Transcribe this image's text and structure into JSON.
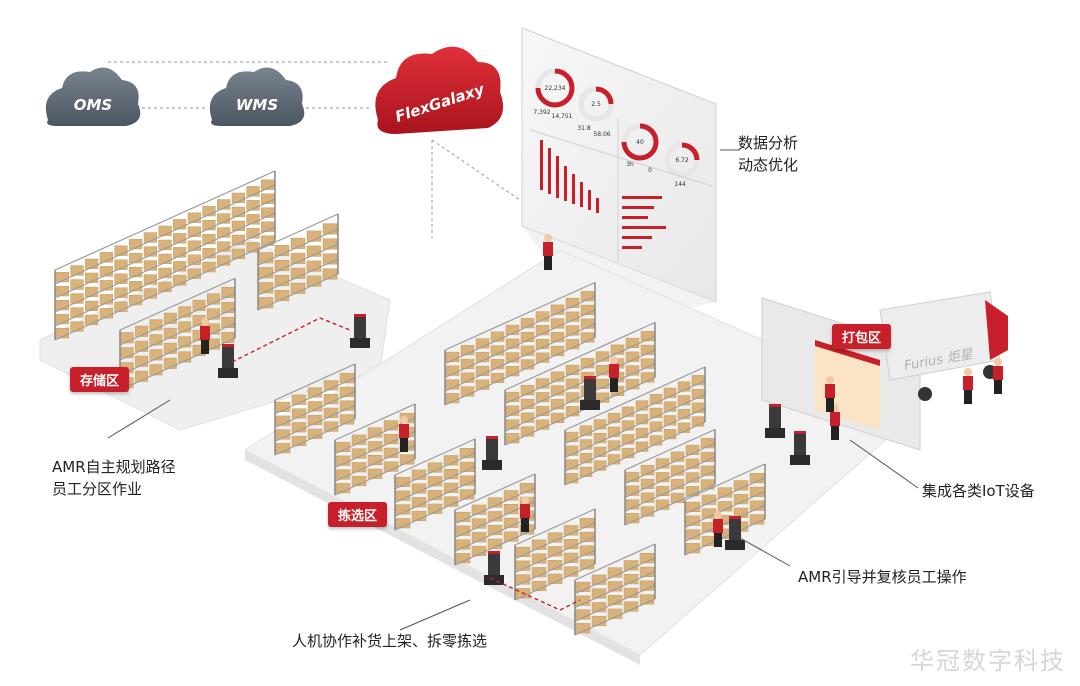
{
  "clouds": {
    "oms": "OMS",
    "wms": "WMS",
    "flexgalaxy": "FlexGalaxy"
  },
  "zones": {
    "storage": "存储区",
    "picking": "拣选区",
    "packing": "打包区"
  },
  "callouts": {
    "data_line1": "数据分析",
    "data_line2": "动态优化",
    "amr_route_line1": "AMR自主规划路径",
    "amr_route_line2": "员工分区作业",
    "iot": "集成各类IoT设备",
    "amr_guide": "AMR引导并复核员工操作",
    "collab": "人机协作补货上架、拆零拣选"
  },
  "truck_text": "Furius 炬星",
  "dashboard": {
    "gauges": [
      "22,234",
      "2.5",
      "40",
      "6.72"
    ],
    "small": [
      "7,392",
      "14,751",
      "31.8",
      "58.06",
      "3h",
      "0",
      "144"
    ]
  },
  "watermark": "华冠数字科技",
  "colors": {
    "accent": "#c8202a",
    "cloud_grey": "#5c6673",
    "floor": "#f1f1f1",
    "shelf": "#9a9a9a",
    "box": "#d9b27a"
  }
}
